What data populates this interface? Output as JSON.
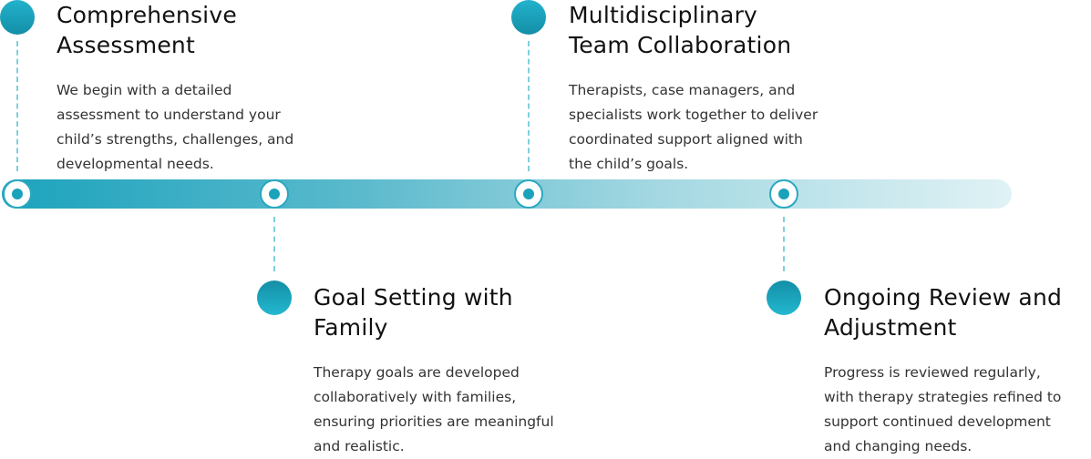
{
  "steps": [
    {
      "title_line1": "Comprehensive",
      "title_line2": "Assessment",
      "description": [
        "We begin with a detailed",
        "assessment to understand your",
        "child’s strengths, challenges, and",
        "developmental needs."
      ]
    },
    {
      "title_line1": "Goal Setting with",
      "title_line2": "Family",
      "description": [
        "Therapy goals are developed",
        "collaboratively with families,",
        "ensuring priorities are meaningful",
        "and realistic."
      ]
    },
    {
      "title_line1": "Multidisciplinary",
      "title_line2": "Team Collaboration",
      "description": [
        "Therapists, case managers, and",
        "specialists work together to deliver",
        "coordinated support aligned with",
        "the child’s goals."
      ]
    },
    {
      "title_line1": "Ongoing Review and",
      "title_line2": "Adjustment",
      "description": [
        "Progress is reviewed regularly,",
        "with therapy strategies refined to",
        "support continued development",
        "and changing needs."
      ]
    }
  ],
  "colors": {
    "accent": "#1ba2bb",
    "dash": "#7fcfdc",
    "bar_end": "#e0f2f5"
  }
}
